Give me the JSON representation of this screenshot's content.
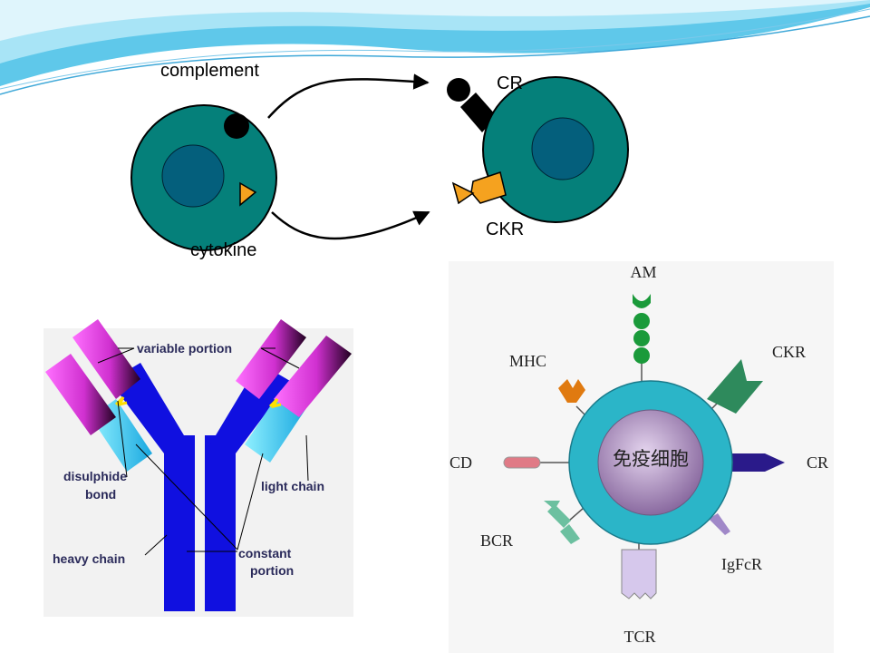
{
  "top_diagram": {
    "complement_label": "complement",
    "cytokine_label": "cytokine",
    "cr_label": "CR",
    "ckr_label": "CKR"
  },
  "antibody": {
    "variable_portion": "variable portion",
    "disulphide_line1": "disulphide",
    "disulphide_line2": "bond",
    "light_chain": "light chain",
    "heavy_chain": "heavy chain",
    "constant_line1": "constant",
    "constant_line2": "portion"
  },
  "immune_cell": {
    "center_label": "免疫细胞",
    "am": "AM",
    "mhc": "MHC",
    "ckr": "CKR",
    "cd": "CD",
    "cr": "CR",
    "bcr": "BCR",
    "igfcr": "IgFcR",
    "tcr": "TCR"
  },
  "colors": {
    "cell_fill": "#05807a",
    "nucleus_fill": "#045f7c",
    "triangle": "#f5a21f",
    "antibody_blue": "#1010e0",
    "antibody_cyan": "#40d8f0",
    "antibody_magenta": "#e040e0",
    "immune_ring": "#2bb5c8",
    "immune_core": "#a080b0"
  }
}
